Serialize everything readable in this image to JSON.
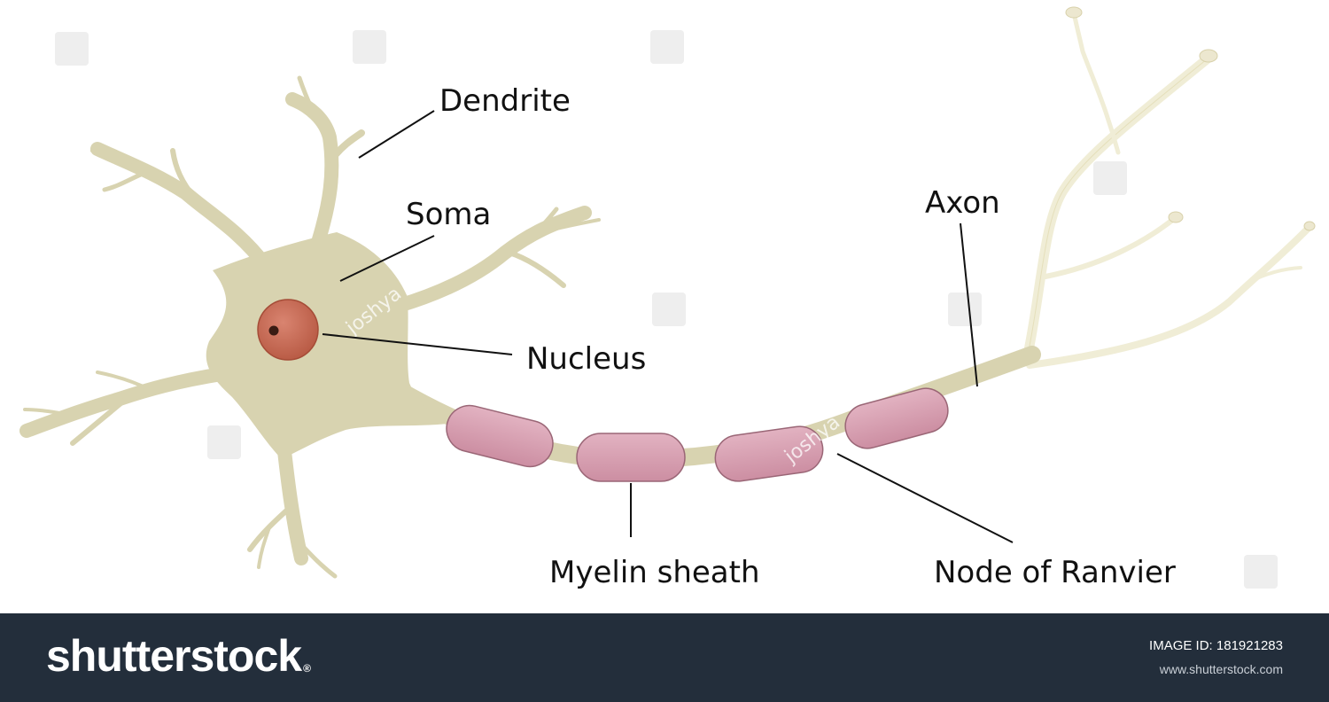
{
  "labels": {
    "dendrite": "Dendrite",
    "soma": "Soma",
    "nucleus": "Nucleus",
    "axon": "Axon",
    "myelin_sheath": "Myelin sheath",
    "node_of_ranvier": "Node of Ranvier"
  },
  "watermark": {
    "author": "joshya"
  },
  "footer": {
    "brand": "shutterstock",
    "brand_mark": "®",
    "image_id_label": "IMAGE ID:",
    "image_id": "181921283",
    "url": "www.shutterstock.com"
  },
  "colors": {
    "cell_body": "#d8d3b0",
    "axon_terminal": "#f0edd6",
    "nucleus": "#c56a52",
    "myelin": "#d59cae",
    "footer_bg": "#232e3b"
  }
}
